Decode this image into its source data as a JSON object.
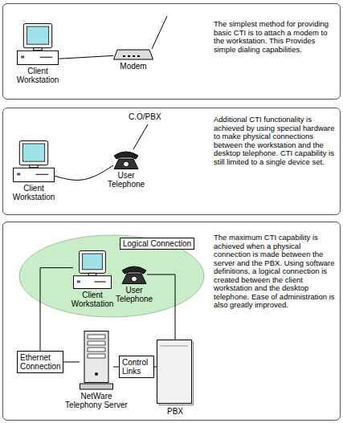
{
  "diagram": {
    "nodes": [
      {
        "text": [
          "The simplest method for providing basic CTI is to attach a modem to the workstation. This Provides simple dialing capabilities."
        ]
      },
      {
        "text": [
          "Client Workstation"
        ],
        "in": 0
      },
      {
        "text": [
          "Modem"
        ],
        "in": 0
      },
      {
        "text": [
          "Additional CTI functionality is achieved by using special hardware to make physical connections between the workstation and the desktop telephone. CTI capability is still limited to a single device set."
        ]
      },
      {
        "text": [
          "Client Workstation"
        ],
        "in": 3
      },
      {
        "text": [
          "User Telephone"
        ],
        "in": 3
      },
      {
        "text": [
          "The maximum CTI capability is achieved when a physical connection is made between the server and the PBX. Using software definitions, a logical connection is created between the client workstation and the desktop telephone. Ease of administration is also greatly improved."
        ]
      },
      {
        "text": [
          "Logical Connection"
        ],
        "in": 6
      },
      {
        "text": [
          "Client Workstation"
        ],
        "in": 7
      },
      {
        "text": [
          "User Telephone"
        ],
        "in": 7
      },
      {
        "text": [
          "Ethernet Connection"
        ],
        "in": 6
      },
      {
        "text": [
          "NetWare Telephony Server"
        ],
        "in": 6
      },
      {
        "text": [
          "Control Links"
        ],
        "in": 6
      },
      {
        "text": [
          "PBX"
        ],
        "in": 6
      }
    ],
    "edges": [
      {
        "from": 1,
        "to": 2,
        "arrow": "none"
      },
      {
        "from": 4,
        "to": 5,
        "arrow": "none"
      },
      {
        "from": 8,
        "to": 10,
        "arrow": "none"
      },
      {
        "from": 10,
        "to": 11,
        "arrow": "none"
      },
      {
        "from": 11,
        "to": 12,
        "arrow": "none"
      },
      {
        "from": 12,
        "to": 13,
        "arrow": "none"
      },
      {
        "from": 9,
        "to": 13,
        "arrow": "none"
      }
    ],
    "labels": [
      "C.O/PBX"
    ]
  }
}
